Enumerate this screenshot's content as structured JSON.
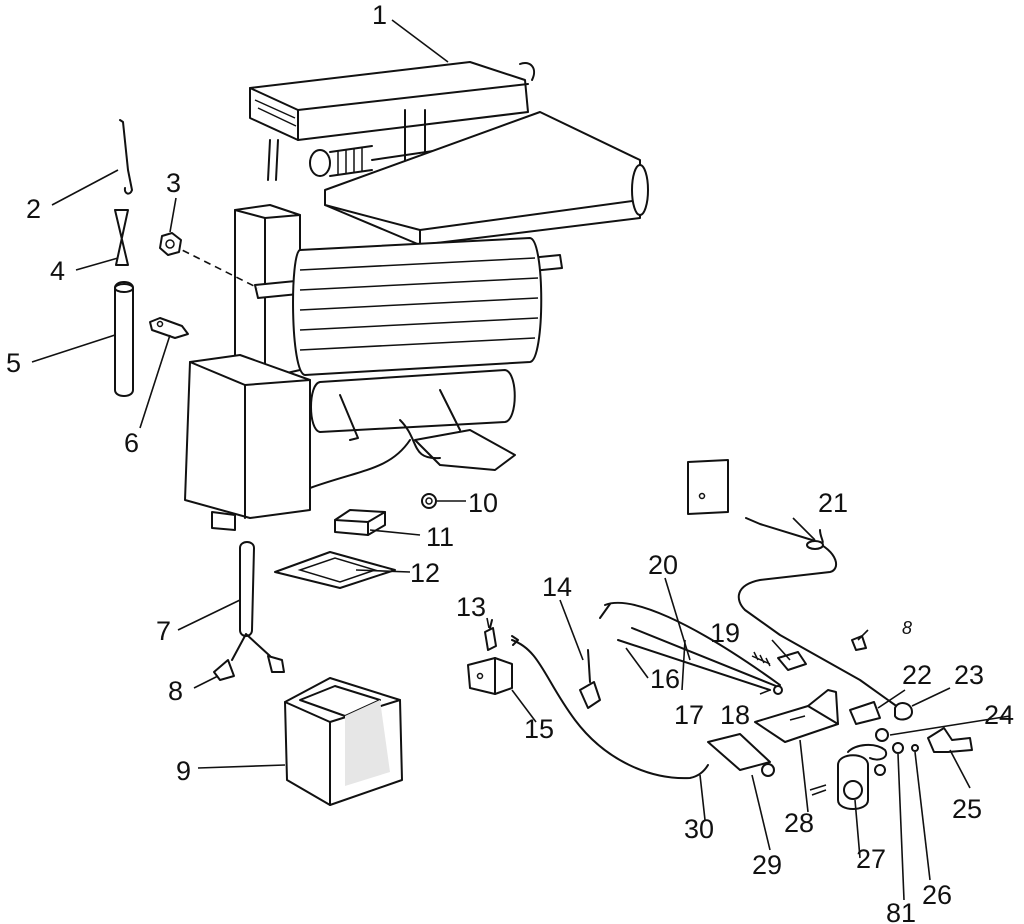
{
  "labels": {
    "p1": "1",
    "p2": "2",
    "p3": "3",
    "p4": "4",
    "p5": "5",
    "p6": "6",
    "p7": "7",
    "p8": "8",
    "p9": "9",
    "p10": "10",
    "p11": "11",
    "p12": "12",
    "p13": "13",
    "p14": "14",
    "p15": "15",
    "p16": "16",
    "p17": "17",
    "p18": "18",
    "p19": "19",
    "p20": "20",
    "p21": "21",
    "p22": "22",
    "p23": "23",
    "p24": "24",
    "p25": "25",
    "p26": "26",
    "p27": "27",
    "p28": "28",
    "p29": "29",
    "p30": "30",
    "p81": "81",
    "p8b": "8"
  }
}
